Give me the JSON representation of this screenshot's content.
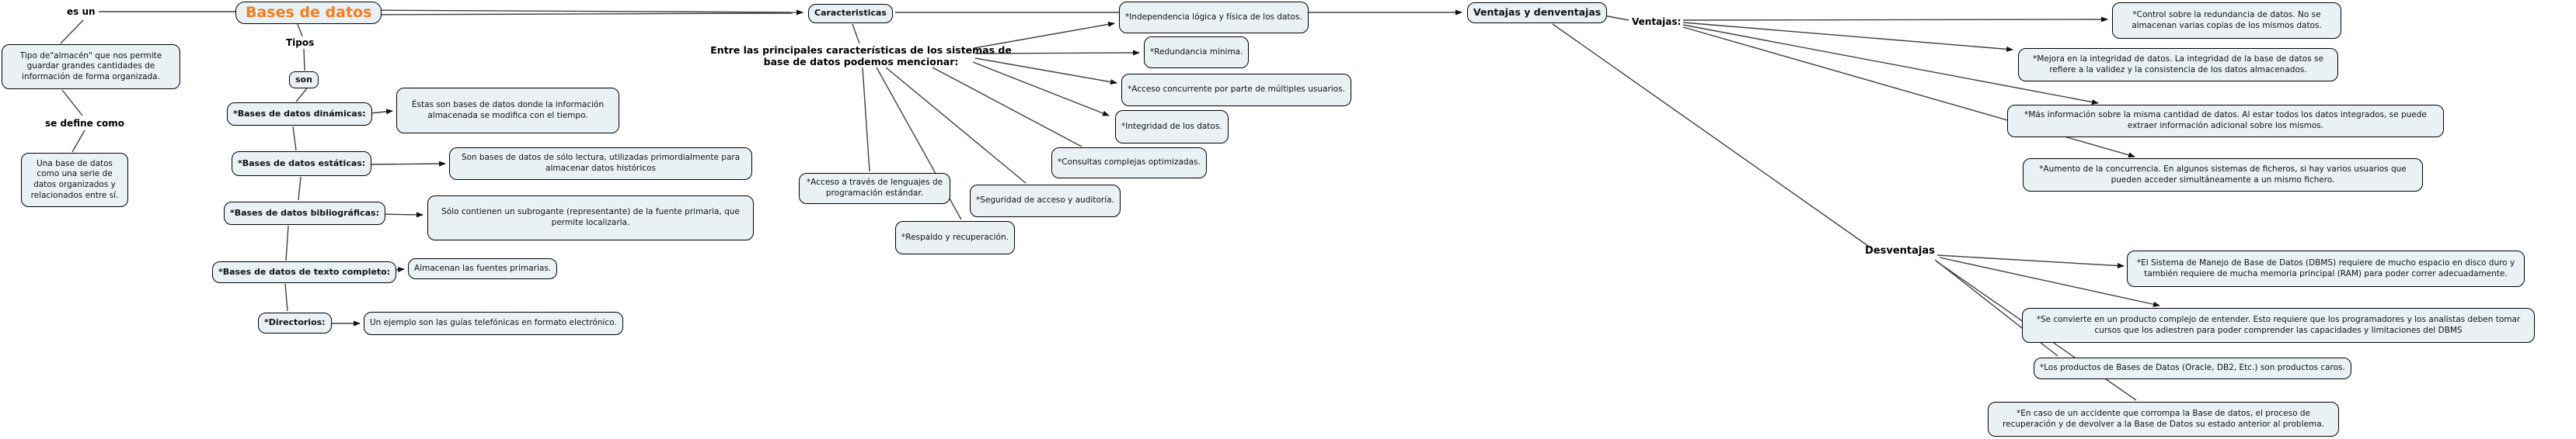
{
  "map_title": "Bases de datos",
  "colors": {
    "accent_orange": "#f57c1f",
    "node_fill": "#e9f1f4",
    "node_border": "#000000",
    "connector": "#404040",
    "background": "#ffffff"
  },
  "nodes": {
    "es_un": "es un",
    "tipo_almacen": "Tipo de\"almacén\" que nos permite guardar grandes cantidades de información de forma organizada.",
    "se_define_como": "se define como",
    "una_base": "Una base de datos como una serie de datos organizados y relacionados entre sí.",
    "bases_de_datos": "Bases de datos",
    "tipos": "Tipos",
    "son": "son",
    "dinamicas": "*Bases de datos dinámicas:",
    "dinamicas_desc": "Éstas son bases de datos donde la información almacenada se modifica con el tiempo.",
    "estaticas": "*Bases de datos estáticas:",
    "estaticas_desc": "Son bases de datos de sólo lectura, utilizadas primordialmente para almacenar datos históricos",
    "bibliograficas": "*Bases de datos bibliográficas:",
    "bibliograficas_desc": "Sólo contienen un subrogante (representante) de la fuente primaria, que permite localizarla.",
    "texto_completo": "*Bases de datos de texto completo:",
    "texto_completo_desc": "Almacenan las fuentes primarias.",
    "directorios": "*Directorios:",
    "directorios_desc": "Un ejemplo son las guías telefónicas en formato electrónico.",
    "caracteristicas": "Caracteristicas",
    "entre_phrase": "Entre las principales características de los sistemas de base de datos podemos mencionar:",
    "c_independencia": "*Independencia lógica y física de los datos.",
    "c_redundancia": "*Redundancia mínima.",
    "c_acceso_concurrente": "*Acceso concurrente por parte de múltiples usuarios.",
    "c_integridad": "*Integridad de los datos.",
    "c_consultas": "*Consultas complejas optimizadas.",
    "c_acceso_lenguajes": "*Acceso a través de lenguajes de programación estándar.",
    "c_seguridad": "*Seguridad de acceso y auditoría.",
    "c_respaldo": "*Respaldo y recuperación.",
    "ventajas_desventajas": "Ventajas y denventajas",
    "ventajas_label": "Ventajas:",
    "v_control": "*Control sobre la redundancia de datos. No se almacenan varias copias de los mismos datos.",
    "v_mejora": "*Mejora en la integridad de datos. La integridad de la base de datos se refiere a la validez y la consistencia de los datos almacenados.",
    "v_mas_info": "*Más información sobre la misma cantidad de datos. Al estar todos los datos integrados, se puede extraer información adicional sobre los mismos.",
    "v_concurrencia": "*Aumento de la concurrencia. En algunos sistemas de ficheros, si hay varios usuarios que pueden acceder simultáneamente a un mismo fichero.",
    "desventajas_label": "Desventajas",
    "d_dbms_espacio": "*El Sistema de Manejo de Base de Datos (DBMS) requiere de mucho espacio en disco duro y también requiere de mucha memoria principal (RAM) para poder correr adecuadamente.",
    "d_complejo": "*Se convierte en un producto complejo de entender.  Esto requiere que los programadores y los analistas deben tomar cursos que los adiestren para poder comprender las capacidades y limitaciones del DBMS",
    "d_caros": "*Los productos de Bases de Datos (Oracle, DB2, Etc.) son productos caros.",
    "d_accidente": "*En caso de un accidente que corrompa la Base de datos, el proceso de recuperación  y de devolver a  la Base de Datos su estado anterior al problema."
  }
}
